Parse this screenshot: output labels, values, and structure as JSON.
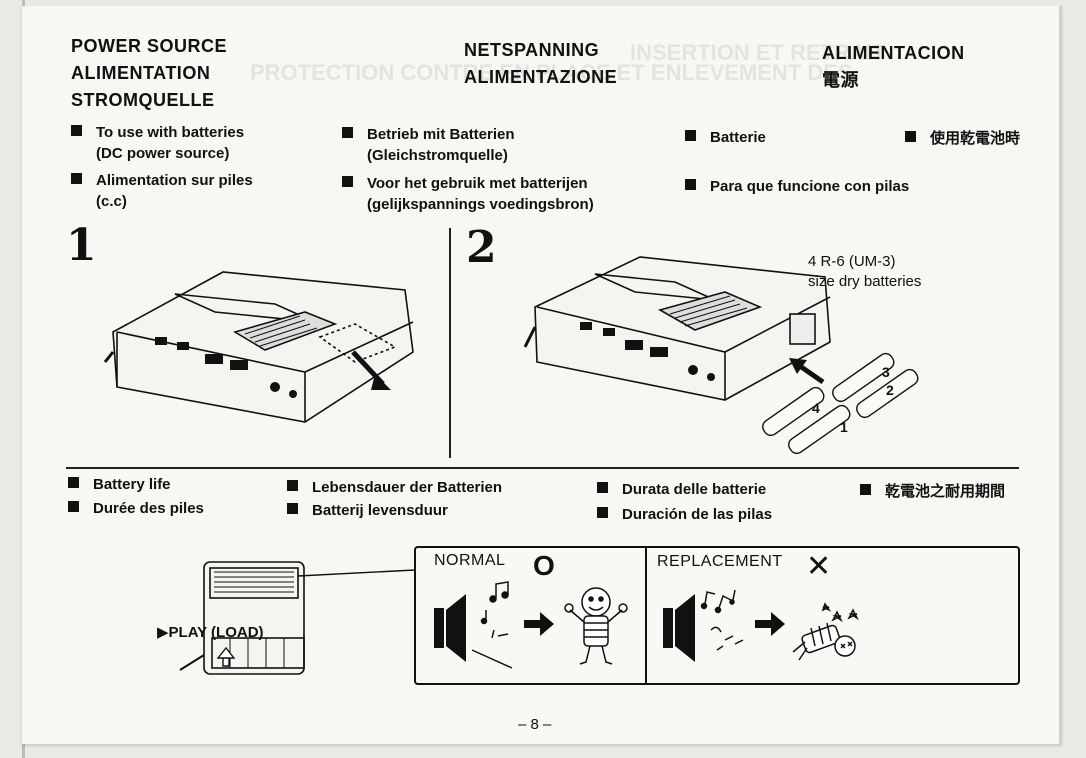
{
  "headings": {
    "col1": [
      "POWER SOURCE",
      "ALIMENTATION",
      "STROMQUELLE"
    ],
    "col2": [
      "NETSPANNING",
      "ALIMENTAZIONE"
    ],
    "col3": [
      "ALIMENTACION",
      "電源"
    ]
  },
  "batteries_items": {
    "en": [
      "To use with batteries",
      "(DC power source)"
    ],
    "fr": [
      "Alimentation sur piles",
      "(c.c)"
    ],
    "de": [
      "Betrieb mit Batterien",
      "(Gleichstromquelle)"
    ],
    "nl": [
      "Voor het gebruik met batterijen",
      "(gelijkspannings voedingsbron)"
    ],
    "it": "Batterie",
    "es": "Para que funcione con pilas",
    "ja": "使用乾電池時"
  },
  "steps": {
    "step1": "1",
    "step2": "2"
  },
  "battery_note": [
    "4 R-6 (UM-3)",
    "size dry batteries"
  ],
  "battery_numbers": [
    "4",
    "1",
    "3",
    "2"
  ],
  "battery_life": {
    "en": "Battery life",
    "fr": "Durée des piles",
    "de": "Lebensdauer der Batterien",
    "nl": "Batterij levensduur",
    "it": "Durata delle batterie",
    "es": "Duración de las pilas",
    "ja": "乾電池之耐用期間"
  },
  "play_label": "▶PLAY (LOAD)",
  "box": {
    "normal": "NORMAL",
    "ok_mark": "O",
    "replacement": "REPLACEMENT",
    "ng_mark": "✕"
  },
  "page_number": "– 8 –"
}
